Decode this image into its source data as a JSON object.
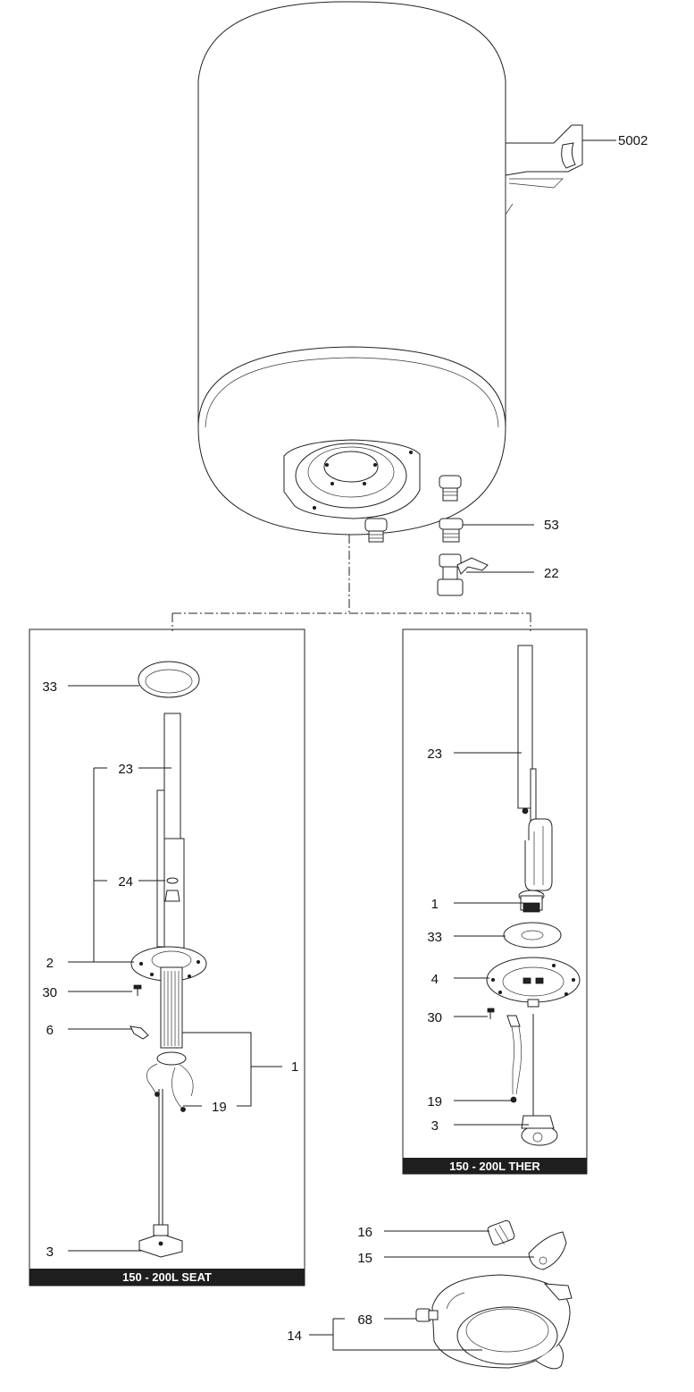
{
  "callouts": {
    "bracket": "5002",
    "anode_plug": "53",
    "valve": "22",
    "seat_gasket": "33",
    "seat_anode": "23",
    "seat_washer": "24",
    "seat_flange": "2",
    "seat_screw": "30",
    "seat_clip": "6",
    "seat_element": "1",
    "seat_wire": "19",
    "seat_thermostat": "3",
    "ther_anode": "23",
    "ther_element": "1",
    "ther_gasket": "33",
    "ther_flange": "4",
    "ther_screw": "30",
    "ther_wire": "19",
    "ther_thermostat": "3",
    "lamp": "16",
    "lamp_holder": "15",
    "knob": "68",
    "cover": "14"
  },
  "panels": {
    "seat_title": "150 - 200L SEAT",
    "ther_title": "150 - 200L THER"
  }
}
